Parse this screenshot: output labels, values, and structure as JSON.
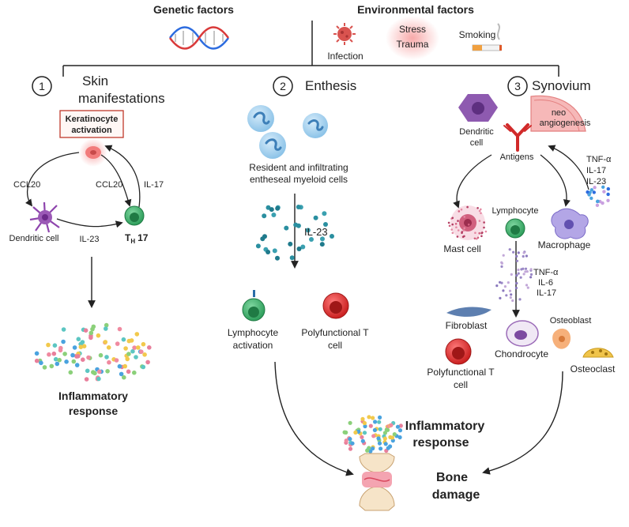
{
  "header": {
    "genetic": "Genetic  factors",
    "environmental": "Environmental factors",
    "infection": "Infection",
    "stress": "Stress",
    "trauma": "Trauma",
    "smoking": "Smoking"
  },
  "panel1": {
    "number": "1",
    "title_line1": "Skin",
    "title_line2": "manifestations",
    "keratinocyte_line1": "Keratinocyte",
    "keratinocyte_line2": "activation",
    "ccl20_left": "CCL20",
    "ccl20_right": "CCL20",
    "il17": "IL-17",
    "dendritic": "Dendritic cell",
    "th17_main": "T",
    "th17_sub": "H",
    "th17_num": "17",
    "il23": "IL-23",
    "response_line1": "Inflammatory",
    "response_line2": "response"
  },
  "panel2": {
    "number": "2",
    "title": "Enthesis",
    "resident_line1": "Resident and infiltrating",
    "resident_line2": "entheseal myeloid cells",
    "il23": "IL-23",
    "lymph_line1": "Lymphocyte",
    "lymph_line2": "activation",
    "poly_line1": "Polyfunctional T",
    "poly_line2": "cell"
  },
  "panel3": {
    "number": "3",
    "title": "Synovium",
    "dendritic_line1": "Dendritic",
    "dendritic_line2": "cell",
    "neo_line1": "neo",
    "neo_line2": "angiogenesis",
    "antigens": "Antigens",
    "cyt1_line1": "TNF-α",
    "cyt1_line2": "IL-17",
    "cyt1_line3": "IL-23",
    "lymphocyte": "Lymphocyte",
    "mast": "Mast cell",
    "macrophage": "Macrophage",
    "cyt2_line1": "TNF-α",
    "cyt2_line2": "IL-6",
    "cyt2_line3": "IL-17",
    "fibroblast": "Fibroblast",
    "osteoblast": "Osteoblast",
    "chondrocyte": "Chondrocyte",
    "osteoclast": "Osteoclast",
    "poly_line1": "Polyfunctional T",
    "poly_line2": "cell"
  },
  "bottom": {
    "response_line1": "Inflammatory",
    "response_line2": "response",
    "bone_line1": "Bone",
    "bone_line2": "damage"
  },
  "colors": {
    "keratinocyte_border": "#c0392b",
    "th17_cell": "#2e9e5b",
    "poly_t_cell": "#d92b2b",
    "dendritic": "#8e44ad",
    "dna_blue": "#2d6cdf",
    "dna_red": "#d93a3a"
  }
}
